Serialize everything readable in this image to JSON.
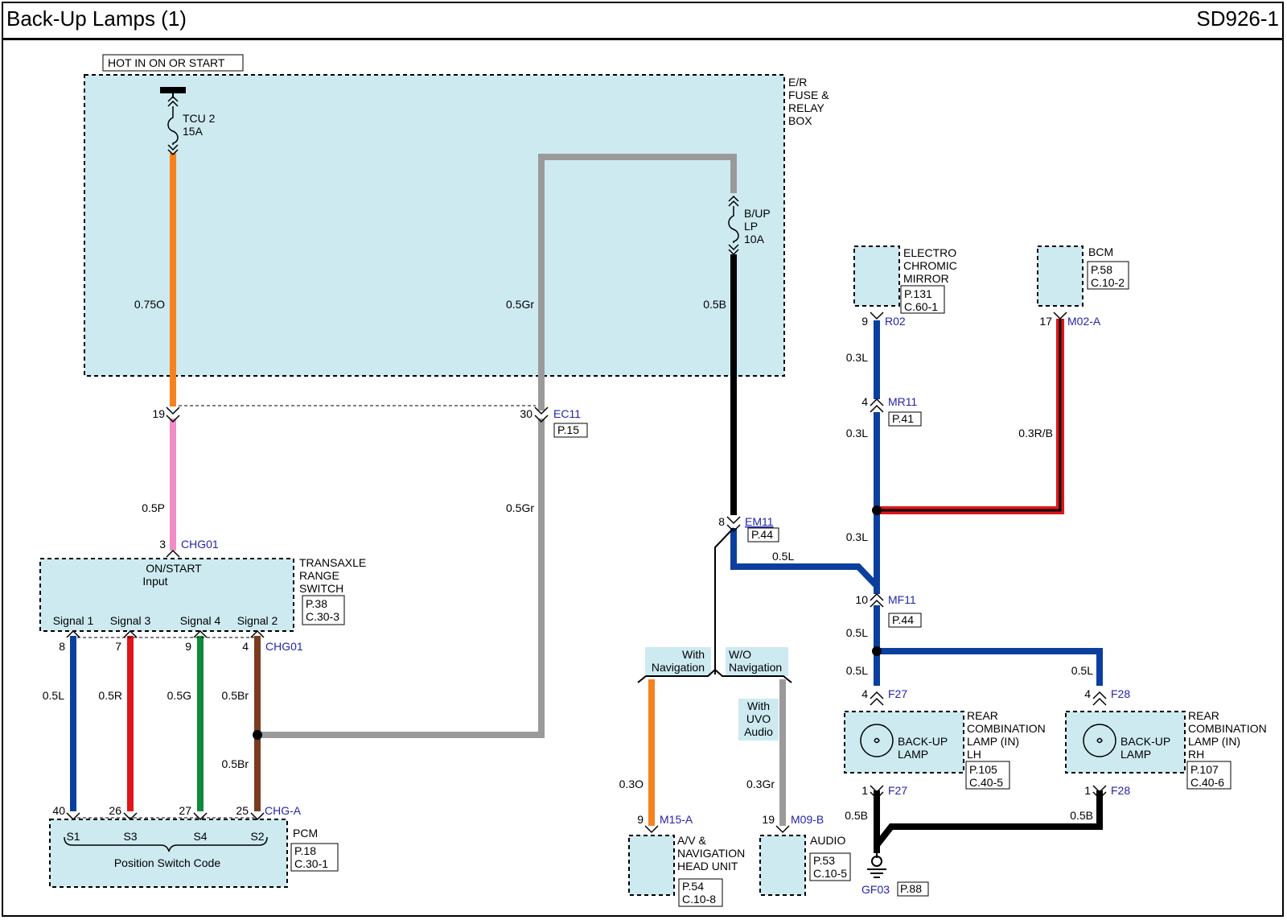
{
  "header": {
    "title": "Back-Up Lamps (1)",
    "code": "SD926-1"
  },
  "colors": {
    "box_fill": "#cdeaf1",
    "orange": "#f5821f",
    "pink": "#f08cc6",
    "gray": "#9a9a9a",
    "black": "#000000",
    "blue": "#0b3f9e",
    "red": "#e0141b",
    "green": "#0e8a3b",
    "brown": "#7a3b1e",
    "connector_text": "#2323b0"
  },
  "power": {
    "hot_label": "HOT IN ON OR START"
  },
  "fuse_box": {
    "name_1": "E/R",
    "name_2": "FUSE &",
    "name_3": "RELAY",
    "name_4": "BOX",
    "fuse1_name": "TCU 2",
    "fuse1_rating": "15A",
    "fuse2_line1": "B/UP",
    "fuse2_line2": "LP",
    "fuse2_rating": "10A"
  },
  "wires": {
    "w1": "0.75O",
    "w2": "0.5Gr",
    "w3": "0.5B",
    "w4": "0.5P",
    "w5": "0.5Gr",
    "w6": "0.5L",
    "w7": "0.5R",
    "w8": "0.5G",
    "w9": "0.5Br",
    "w10": "0.5Br",
    "w11": "0.3L",
    "w12": "0.3L",
    "w13": "0.3R/B",
    "w14": "0.3L",
    "w15": "0.5L",
    "w16": "0.5L",
    "w17": "0.5L",
    "w18": "0.5L",
    "w19": "0.3O",
    "w20": "0.3Gr",
    "w21": "0.5B",
    "w22": "0.5B"
  },
  "connectors": {
    "tcu_pin": "19",
    "ec11_pin": "30",
    "ec11_name": "EC11",
    "ec11_ref": "P.15",
    "chg01_top_pin": "3",
    "chg01_top_name": "CHG01",
    "em11_pin": "8",
    "em11_name": "EM11",
    "em11_ref": "P.44",
    "r02_pin": "9",
    "r02_name": "R02",
    "m02_pin": "17",
    "m02_name": "M02-A",
    "mr11_pin": "4",
    "mr11_name": "MR11",
    "mr11_ref": "P.41",
    "mf11_pin": "10",
    "mf11_name": "MF11",
    "mf11_ref": "P.44",
    "f27_top_pin": "4",
    "f27_top_name": "F27",
    "f28_top_pin": "4",
    "f28_top_name": "F28",
    "f27_bot_pin": "1",
    "f27_bot_name": "F27",
    "f28_bot_pin": "1",
    "f28_bot_name": "F28",
    "chg01_pins": [
      "8",
      "7",
      "9",
      "4"
    ],
    "chg01_name": "CHG01",
    "chga_pins": [
      "40",
      "26",
      "27",
      "25"
    ],
    "chga_name": "CHG-A",
    "m15_pin": "9",
    "m15_name": "M15-A",
    "m09_pin": "19",
    "m09_name": "M09-B",
    "ground_name": "GF03",
    "ground_ref": "P.88"
  },
  "components": {
    "trs": {
      "input_1": "ON/START",
      "input_2": "Input",
      "signals": [
        "Signal 1",
        "Signal 3",
        "Signal 4",
        "Signal 2"
      ],
      "name_1": "TRANSAXLE",
      "name_2": "RANGE",
      "name_3": "SWITCH",
      "ref_1": "P.38",
      "ref_2": "C.30-3"
    },
    "pcm": {
      "pins": [
        "S1",
        "S3",
        "S4",
        "S2"
      ],
      "caption": "Position Switch Code",
      "name": "PCM",
      "ref_1": "P.18",
      "ref_2": "C.30-1"
    },
    "mirror": {
      "name_1": "ELECTRO",
      "name_2": "CHROMIC",
      "name_3": "MIRROR",
      "ref_1": "P.131",
      "ref_2": "C.60-1"
    },
    "bcm": {
      "name": "BCM",
      "ref_1": "P.58",
      "ref_2": "C.10-2"
    },
    "lamp_lh": {
      "inner_1": "BACK-UP",
      "inner_2": "LAMP",
      "name_1": "REAR",
      "name_2": "COMBINATION",
      "name_3": "LAMP (IN)",
      "name_4": "LH",
      "ref_1": "P.105",
      "ref_2": "C.40-5"
    },
    "lamp_rh": {
      "inner_1": "BACK-UP",
      "inner_2": "LAMP",
      "name_1": "REAR",
      "name_2": "COMBINATION",
      "name_3": "LAMP (IN)",
      "name_4": "RH",
      "ref_1": "P.107",
      "ref_2": "C.40-6"
    },
    "av": {
      "name_1": "A/V &",
      "name_2": "NAVIGATION",
      "name_3": "HEAD UNIT",
      "ref_1": "P.54",
      "ref_2": "C.10-8"
    },
    "audio": {
      "name": "AUDIO",
      "ref_1": "P.53",
      "ref_2": "C.10-5"
    }
  },
  "options": {
    "with_nav_1": "With",
    "with_nav_2": "Navigation",
    "wo_nav_1": "W/O",
    "wo_nav_2": "Navigation",
    "uvo_1": "With",
    "uvo_2": "UVO",
    "uvo_3": "Audio"
  }
}
